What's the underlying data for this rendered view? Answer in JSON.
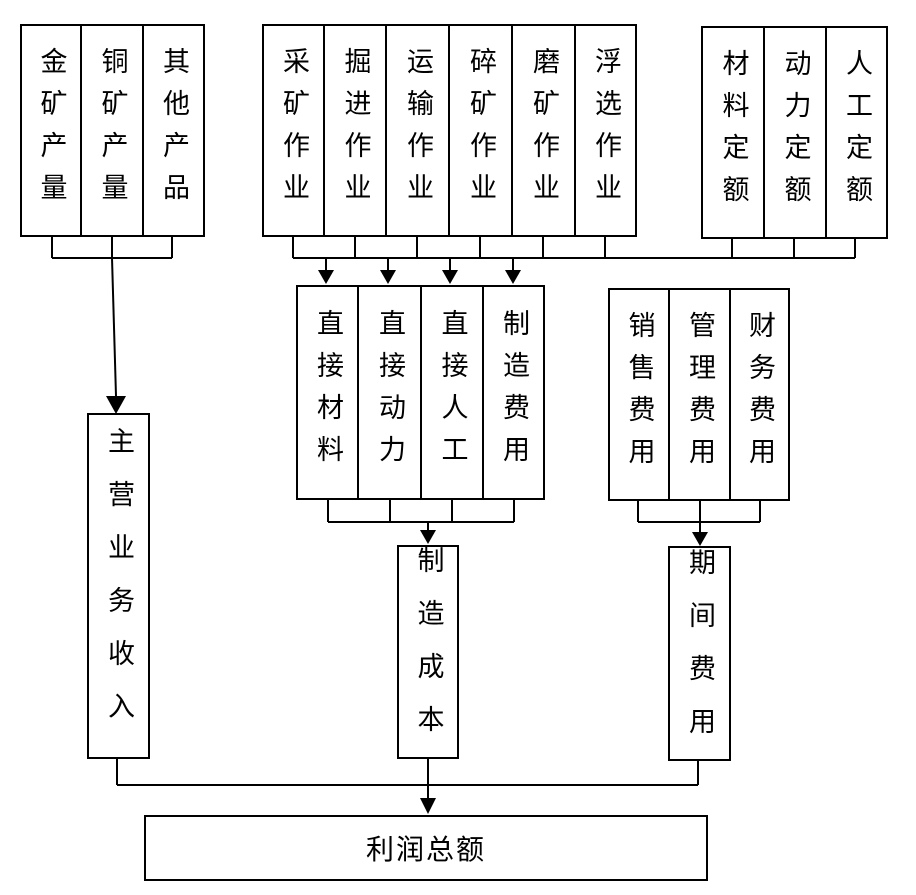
{
  "production": [
    "金矿产量",
    "铜矿产量",
    "其他产品"
  ],
  "operations": [
    "采矿作业",
    "掘进作业",
    "运输作业",
    "碎矿作业",
    "磨矿作业",
    "浮选作业"
  ],
  "quotas": [
    "材料定额",
    "动力定额",
    "人工定额"
  ],
  "cost_items": [
    "直接材料",
    "直接动力",
    "直接人工",
    "制造费用"
  ],
  "period_items": [
    "销售费用",
    "管理费用",
    "财务费用"
  ],
  "revenue": "主营业务收入",
  "manufacturing_cost": "制造成本",
  "period_expense": "期间费用",
  "total_profit": "利润总额"
}
